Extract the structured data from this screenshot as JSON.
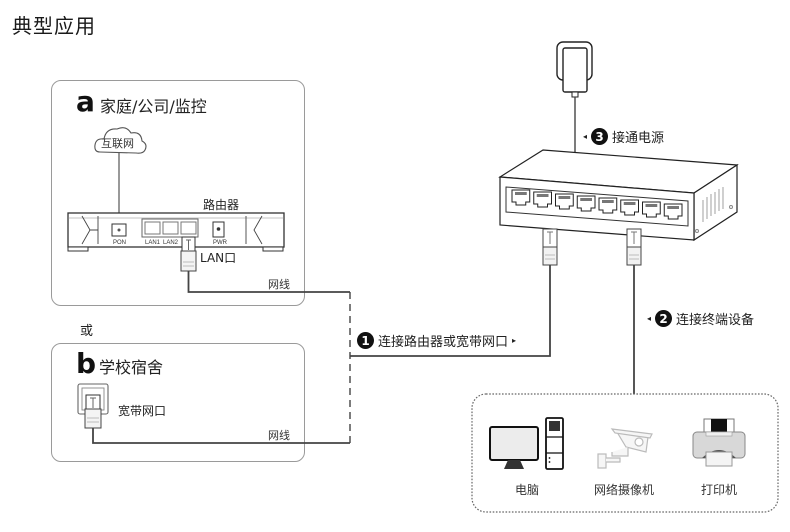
{
  "title": "典型应用",
  "panel_a": {
    "letter": "a",
    "heading": "家庭/公司/监控",
    "cloud_label": "互联网",
    "router_label": "路由器",
    "port_labels": [
      "PON",
      "LAN1",
      "LAN2",
      "PWR"
    ],
    "lan_port_label": "LAN口",
    "cable_label": "网线"
  },
  "or_label": "或",
  "panel_b": {
    "letter": "b",
    "heading": "学校宿舍",
    "wall_port_label": "宽带网口",
    "cable_label": "网线"
  },
  "steps": [
    {
      "num": "1",
      "text": "连接路由器或宽带网口",
      "arrow": "▸"
    },
    {
      "num": "2",
      "text": "连接终端设备",
      "arrow": "◂"
    },
    {
      "num": "3",
      "text": "接通电源",
      "arrow": "◂"
    }
  ],
  "devices": [
    {
      "label": "电脑",
      "icon": "computer-icon"
    },
    {
      "label": "网络摄像机",
      "icon": "ip-camera-icon"
    },
    {
      "label": "打印机",
      "icon": "printer-icon"
    }
  ],
  "switch": {
    "port_count": 8
  }
}
